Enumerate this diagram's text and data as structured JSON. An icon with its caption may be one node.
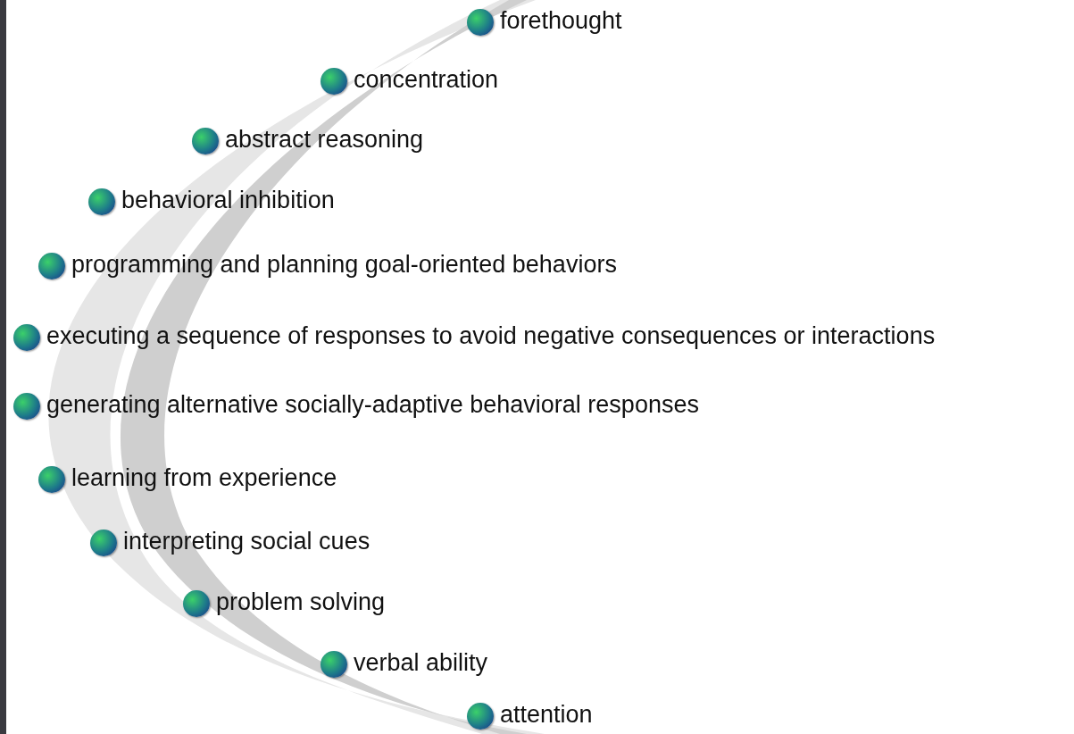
{
  "diagram": {
    "labels": [
      "forethought",
      "concentration",
      "abstract reasoning",
      "behavioral inhibition",
      "programming and planning goal-oriented behaviors",
      "executing a sequence of responses to avoid negative consequences or interactions",
      "generating alternative socially-adaptive behavioral responses",
      "learning from experience",
      "interpreting social cues",
      "problem solving",
      "verbal ability",
      "attention"
    ]
  }
}
